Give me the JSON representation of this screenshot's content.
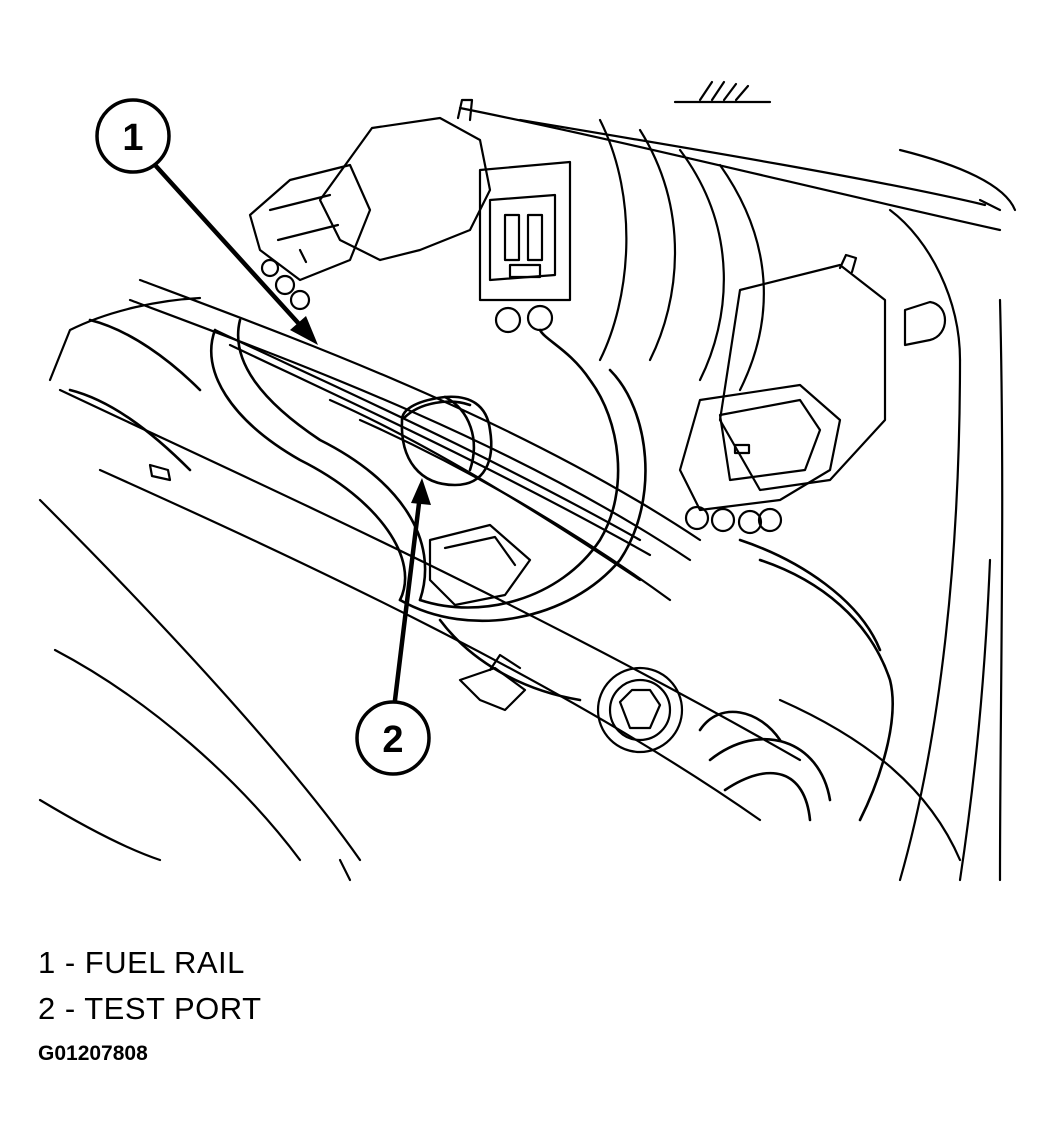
{
  "callouts": [
    {
      "number": "1"
    },
    {
      "number": "2"
    }
  ],
  "legend": [
    "1 - FUEL RAIL",
    "2 - TEST PORT"
  ],
  "figure_code": "G01207808"
}
